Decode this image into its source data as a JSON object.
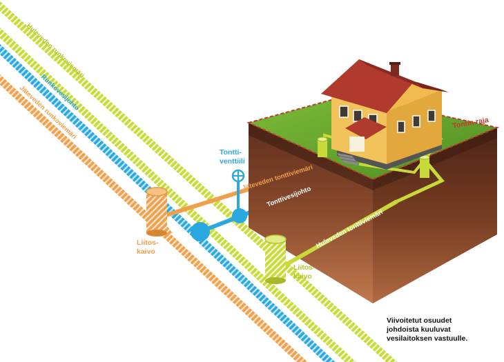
{
  "labels": {
    "main_storm": "Huleveden runkoviemäri",
    "main_water": "Runkovesijohto",
    "main_waste": "Jäteveden runkoviemäri",
    "plot_valve_line1": "Tontti-",
    "plot_valve_line2": "venttiili",
    "waste_branch": "Jäteveden tonttiviemäri",
    "water_branch": "Tonttivesijohto",
    "storm_branch": "Huleveden tonttiviemäri",
    "plot_boundary": "Tontin raja",
    "manhole_left_line1": "Liitos-",
    "manhole_left_line2": "kaivo",
    "manhole_right_line1": "Liitos-",
    "manhole_right_line2": "kaivo"
  },
  "caption": {
    "line1": "Viivoitetut osuudet",
    "line2": "johdoista kuuluvat",
    "line3": "vesilaitoksen vastuulle."
  },
  "colors": {
    "storm": "#c8d93a",
    "water": "#2aa8e0",
    "waste": "#f0a04a",
    "boundary": "#c0392b",
    "grass": "#6aa82e",
    "soil": "#8a4a2c",
    "house_wall": "#f2c35a",
    "roof": "#b03a2e"
  }
}
